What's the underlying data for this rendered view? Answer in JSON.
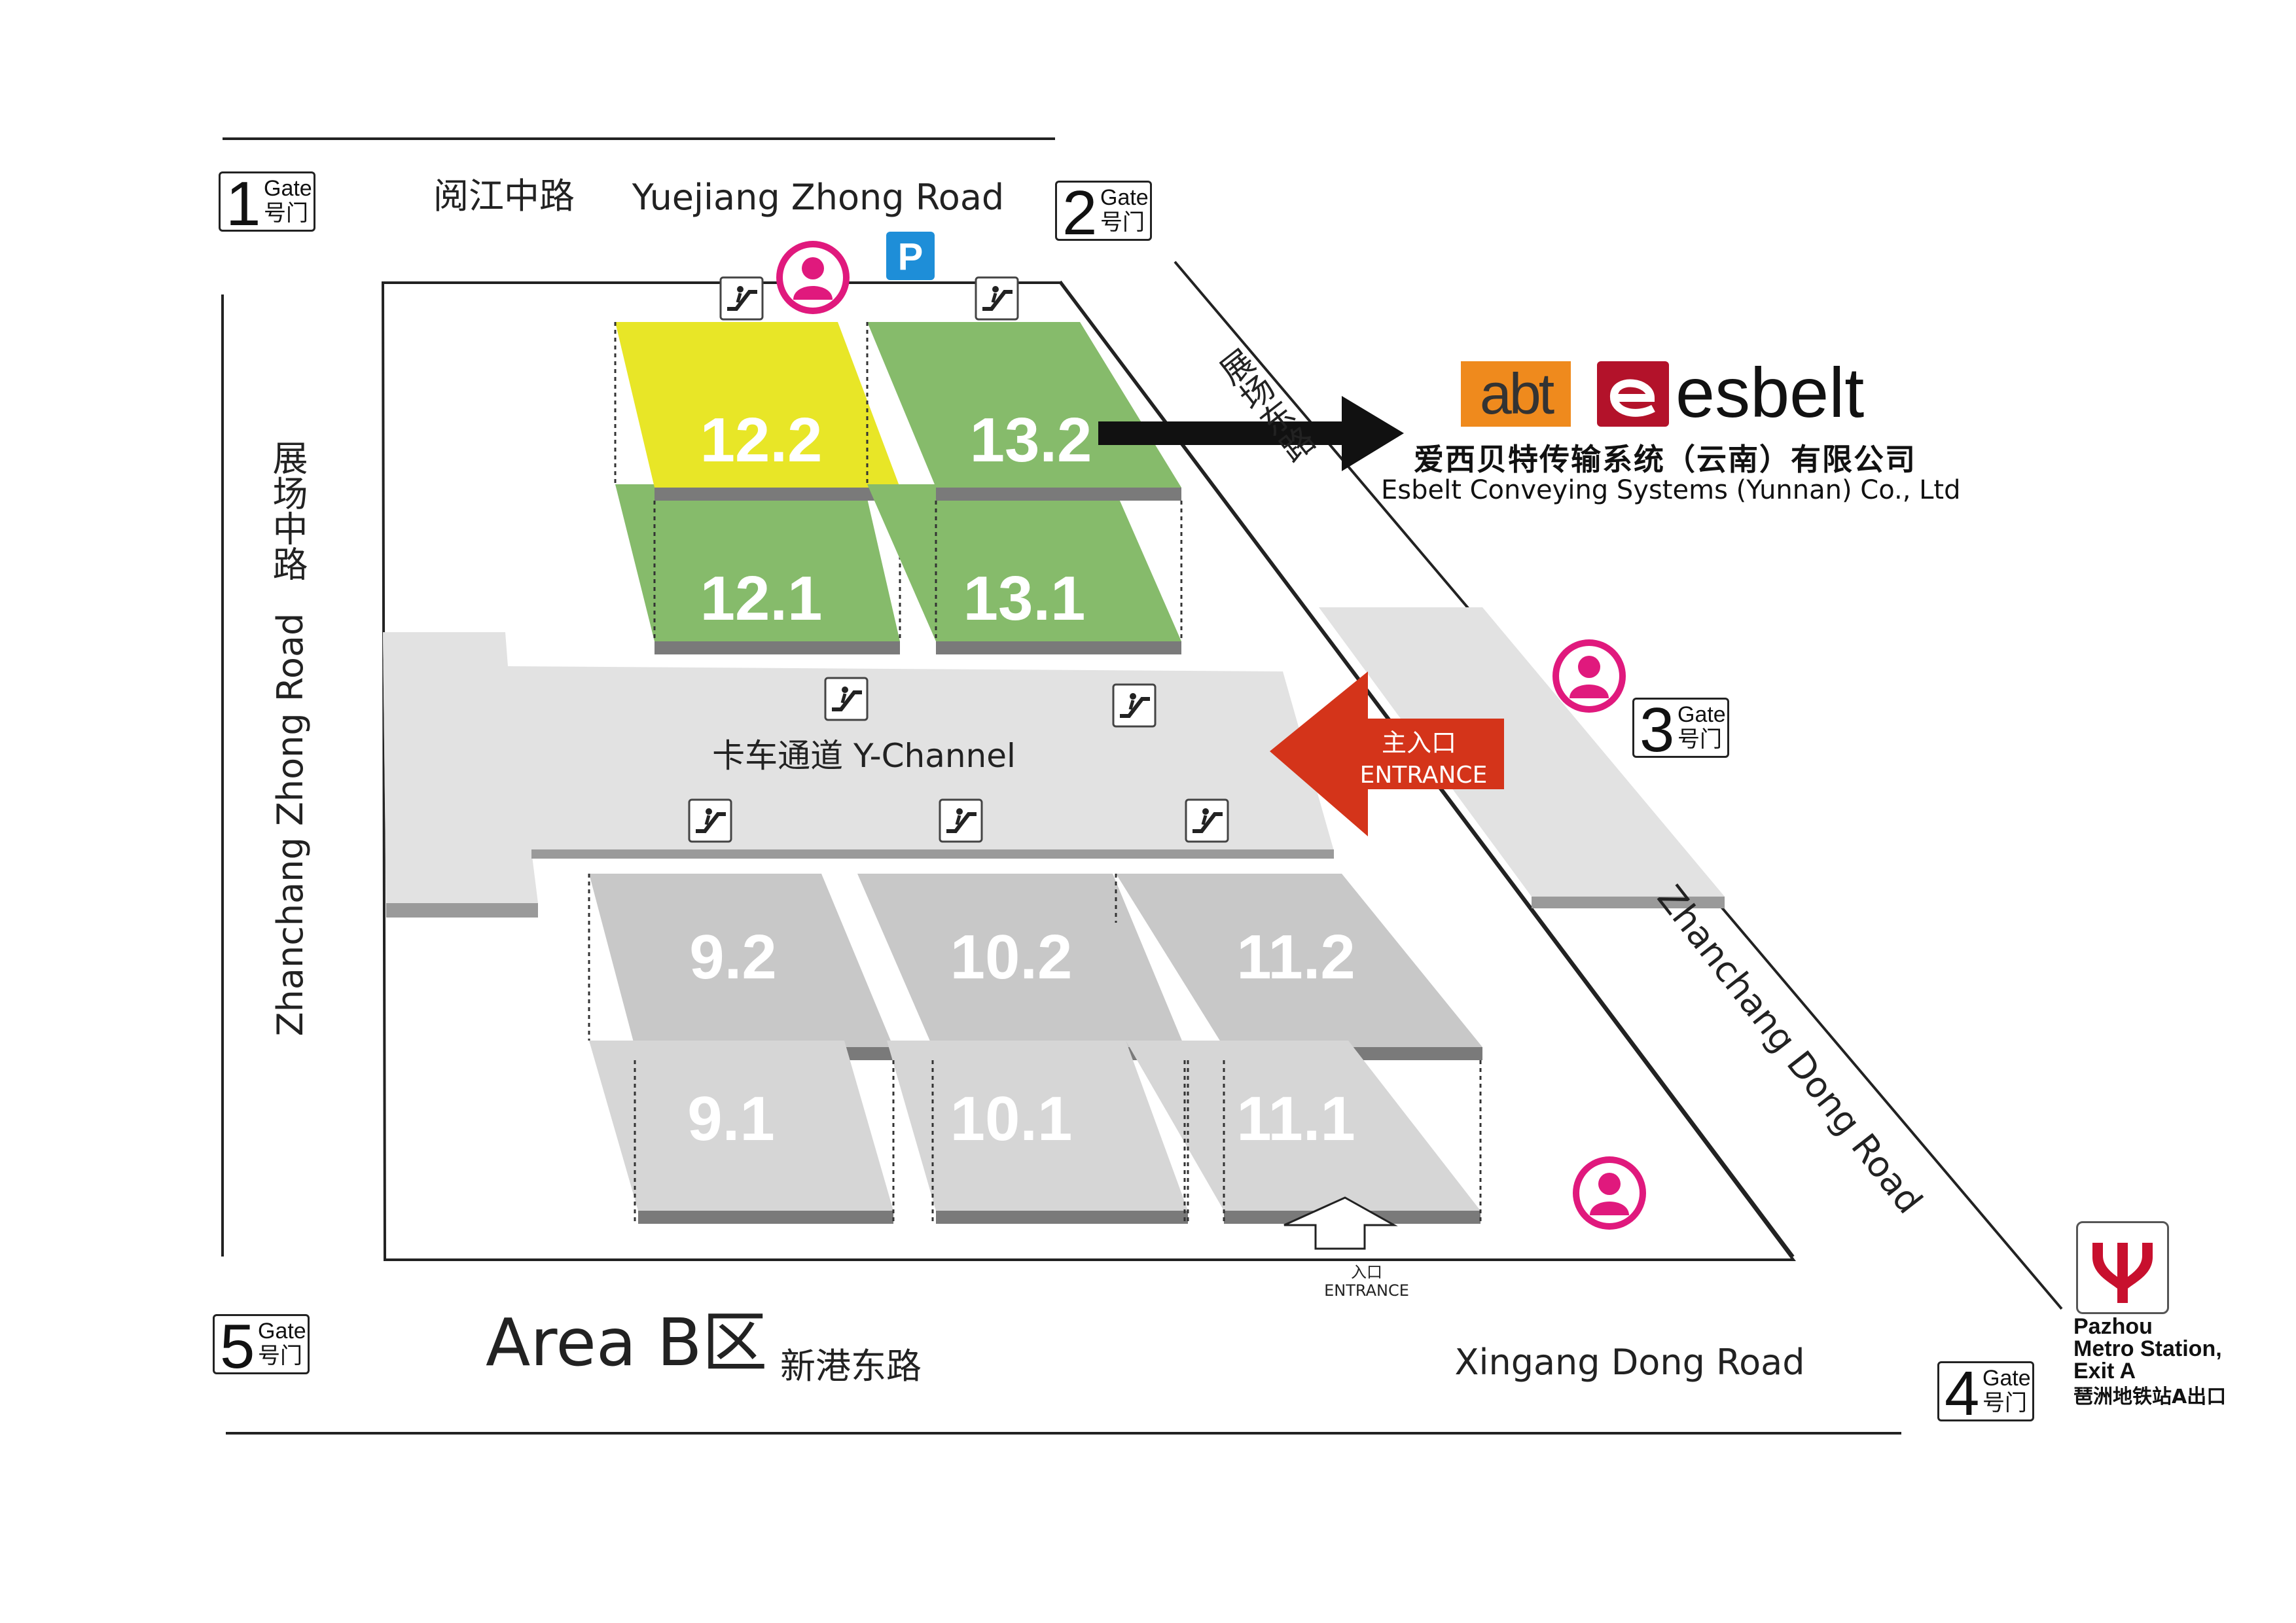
{
  "roads": {
    "north_cn": "阅江中路",
    "north_en": "Yuejiang Zhong Road",
    "west_cn": "展场中路",
    "west_en": "Zhanchang Zhong Road",
    "east_cn": "展场东路",
    "east_en": "Zhanchang Dong Road",
    "south_cn": "新港东路",
    "south_en": "Xingang Dong Road"
  },
  "gates": [
    {
      "num": "1",
      "label_en": "Gate",
      "label_cn": "号门"
    },
    {
      "num": "2",
      "label_en": "Gate",
      "label_cn": "号门"
    },
    {
      "num": "3",
      "label_en": "Gate",
      "label_cn": "号门"
    },
    {
      "num": "4",
      "label_en": "Gate",
      "label_cn": "号门"
    },
    {
      "num": "5",
      "label_en": "Gate",
      "label_cn": "号门"
    }
  ],
  "area_label": "Area B区",
  "channel_label": "卡车通道 Y-Channel",
  "halls": [
    "12.2",
    "13.2",
    "12.1",
    "13.1",
    "9.2",
    "10.2",
    "11.2",
    "9.1",
    "10.1",
    "11.1"
  ],
  "main_entrance": {
    "cn": "主入口",
    "en": "ENTRANCE"
  },
  "south_entrance": {
    "cn": "入口",
    "en": "ENTRANCE"
  },
  "parking_label": "P",
  "company": {
    "logo_abt": "abt",
    "logo_esbelt": "esbelt",
    "name_cn": "爱西贝特传输系统（云南）有限公司",
    "name_en": "Esbelt Conveying Systems (Yunnan) Co., Ltd"
  },
  "metro": {
    "line1": "Pazhou",
    "line2": "Metro Station,",
    "line3": "Exit A",
    "line4": "琶洲地铁站A出口"
  },
  "colors": {
    "highlight_hall": "#e8e627",
    "green_hall": "#86bb6b",
    "grey_hall": "#c8c8c8",
    "entrance_red": "#d4341a",
    "info_pink": "#e0197d",
    "parking_blue": "#1e8ed8",
    "metro_red": "#c8102e"
  },
  "icons": [
    "escalator-icon",
    "info-person-icon",
    "parking-icon",
    "metro-logo-icon",
    "arrow-icon"
  ]
}
